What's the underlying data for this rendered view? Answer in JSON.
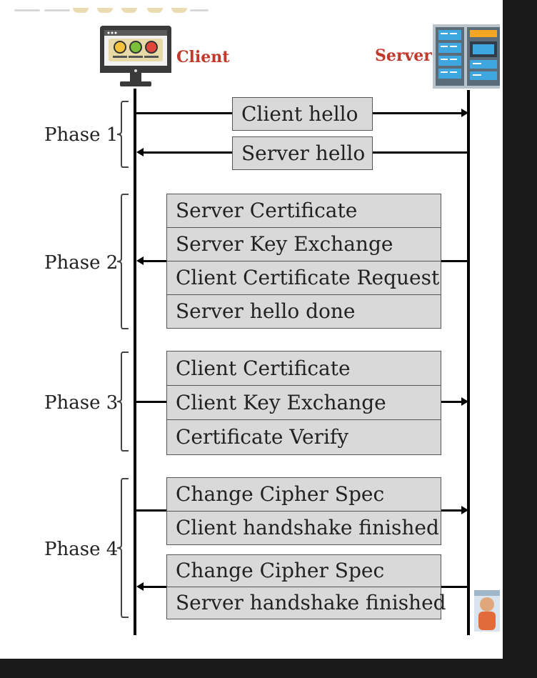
{
  "actors": {
    "client": {
      "label": "Client",
      "icon": "monitor-icon"
    },
    "server": {
      "label": "Server",
      "icon": "server-rack-icon"
    }
  },
  "phases": [
    {
      "label": "Phase 1",
      "messages": [
        "Client hello",
        "Server hello"
      ]
    },
    {
      "label": "Phase 2",
      "messages": [
        "Server Certificate",
        "Server Key Exchange",
        "Client Certificate Request",
        "Server hello done"
      ]
    },
    {
      "label": "Phase 3",
      "messages": [
        "Client Certificate",
        "Client Key Exchange",
        "Certificate Verify"
      ]
    },
    {
      "label": "Phase 4",
      "messages": [
        "Change Cipher Spec",
        "Client handshake finished",
        "Change Cipher Spec",
        "Server handshake finished"
      ]
    }
  ],
  "colors": {
    "actor_label": "#c0392b",
    "message_box": "#d9d9d9",
    "background": "#ffffff",
    "frame": "#1a1a1a"
  }
}
